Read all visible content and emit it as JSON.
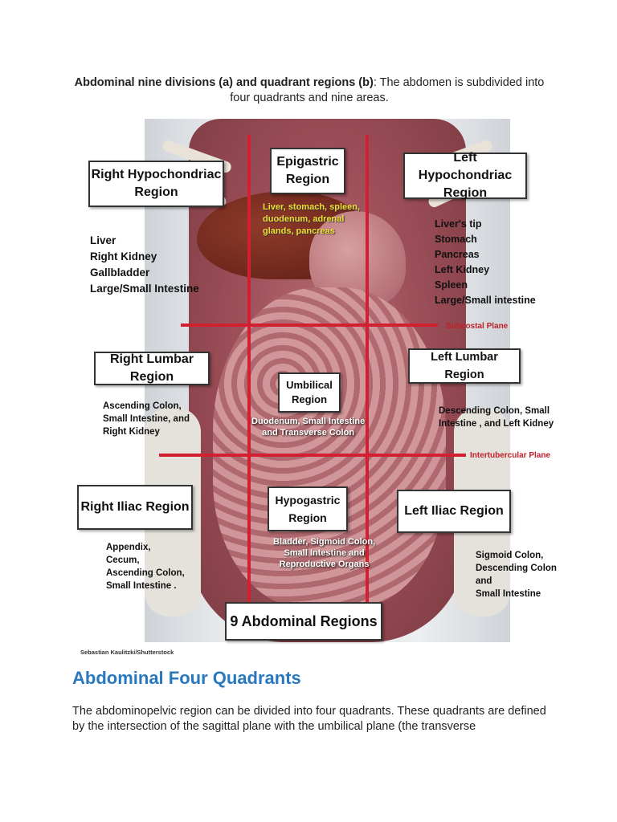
{
  "caption": {
    "bold": "Abdominal nine divisions (a) and quadrant regions (b)",
    "rest": ": The abdomen is subdivided into four quadrants and nine areas."
  },
  "figure": {
    "regions": {
      "right_hypochondriac": "Right Hypochondriac\nRegion",
      "epigastric": "Epigastric\nRegion",
      "left_hypochondriac": "Left Hypochondriac\nRegion",
      "right_lumbar": "Right Lumbar Region",
      "umbilical": "Umbilical\nRegion",
      "left_lumbar": "Left Lumbar Region",
      "right_iliac": "Right Iliac Region",
      "hypogastric": "Hypogastric\nRegion",
      "left_iliac": "Left Iliac Region"
    },
    "organs": {
      "right_hypochondriac": "Liver\nRight Kidney\nGallbladder\nLarge/Small Intestine",
      "epigastric": "Liver, stomach, spleen,\nduodenum, adrenal\nglands, pancreas",
      "left_hypochondriac": "Liver's tip\nStomach\nPancreas\nLeft Kidney\nSpleen\nLarge/Small intestine",
      "right_lumbar": "Ascending Colon,\nSmall Intestine, and\nRight Kidney",
      "umbilical": "Duodenum, Small Intestine\nand Transverse Colon",
      "left_lumbar": "Descending Colon, Small\nIntestine , and Left Kidney",
      "right_iliac": "Appendix,\nCecum,\nAscending Colon,\nSmall Intestine .",
      "hypogastric": "Bladder, Sigmoid Colon,\nSmall Intestine   and\nReproductive Organs",
      "left_iliac": "Sigmoid Colon,\nDescending Colon and\nSmall Intestine"
    },
    "planes": {
      "subcostal": "Subcostal Plane",
      "intertubercular": "Intertubercular Plane"
    },
    "title": "9 Abdominal Regions",
    "credit": "Sebastian Kaulitzki/Shutterstock",
    "colors": {
      "plane_line": "#d32030",
      "organ_text": "#f2dd30"
    }
  },
  "section": {
    "heading": "Abdominal Four Quadrants",
    "paragraph": "The abdominopelvic region can be divided into four quadrants. These quadrants are defined by the intersection of the sagittal plane with the umbilical plane (the transverse"
  }
}
